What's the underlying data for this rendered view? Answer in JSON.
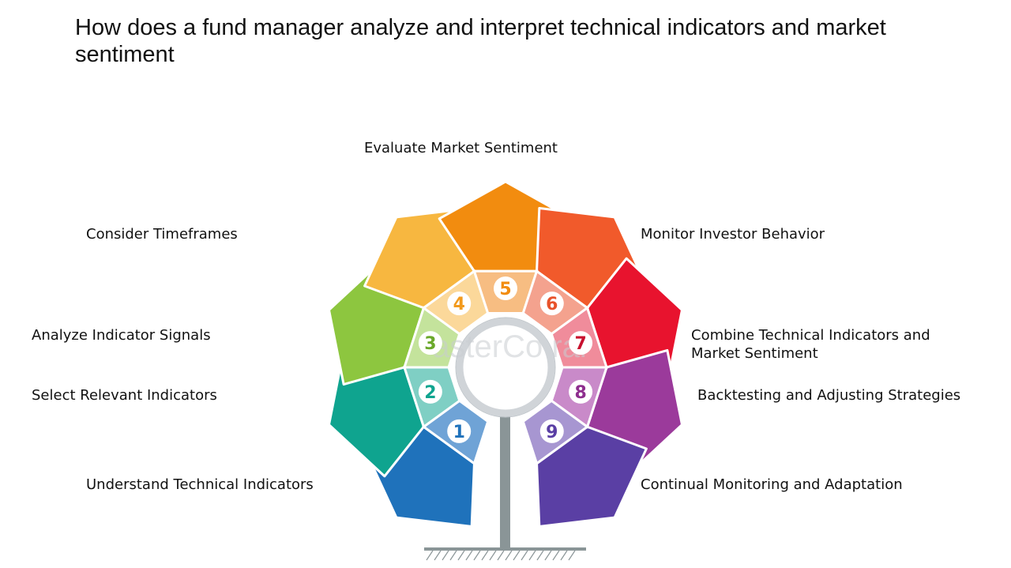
{
  "title": "How does a fund manager analyze and interpret technical indicators and market sentiment",
  "watermark": "asterCo ral",
  "steps": [
    {
      "number": "1",
      "label": "Understand Technical Indicators",
      "color": "#1f72bb",
      "inner": "#6fa3d6",
      "numColor": "#1f72bb"
    },
    {
      "number": "2",
      "label": "Select Relevant Indicators",
      "color": "#0fa48f",
      "inner": "#7fcfc4",
      "numColor": "#0fa48f"
    },
    {
      "number": "3",
      "label": "Analyze Indicator Signals",
      "color": "#8dc63f",
      "inner": "#c4e39c",
      "numColor": "#6aa82a"
    },
    {
      "number": "4",
      "label": "Consider Timeframes",
      "color": "#f7b740",
      "inner": "#fbd89a",
      "numColor": "#f29a1c"
    },
    {
      "number": "5",
      "label": "Evaluate Market Sentiment",
      "color": "#f28c0f",
      "inner": "#f7bd82",
      "numColor": "#f28c0f"
    },
    {
      "number": "6",
      "label": "Monitor Investor Behavior",
      "color": "#f15a2b",
      "inner": "#f4a28e",
      "numColor": "#e8532b"
    },
    {
      "number": "7",
      "label": "Combine Technical Indicators and Market Sentiment",
      "color": "#e8132e",
      "inner": "#f08c9b",
      "numColor": "#c8102e"
    },
    {
      "number": "8",
      "label": "Backtesting and Adjusting Strategies",
      "color": "#9b3a9b",
      "inner": "#c98ac9",
      "numColor": "#8e2e8e"
    },
    {
      "number": "9",
      "label": "Continual Monitoring and Adaptation",
      "color": "#5a3fa4",
      "inner": "#a796d1",
      "numColor": "#5a3fa4"
    }
  ]
}
